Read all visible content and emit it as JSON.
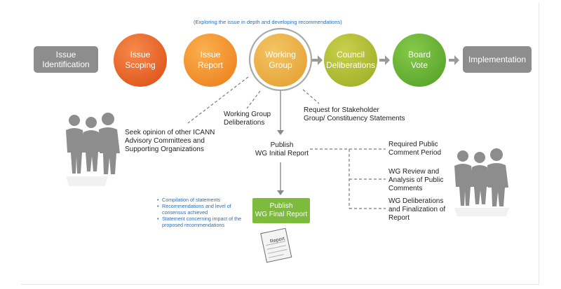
{
  "caption": "(Exploring the issue in depth and developing recommendations)",
  "stages": {
    "issue_identification": "Issue\nIdentification",
    "issue_scoping": "Issue\nScoping",
    "issue_report": "Issue\nReport",
    "working_group": "Working\nGroup",
    "council_deliberations": "Council\nDeliberations",
    "board_vote": "Board\nVote",
    "implementation": "Implementation"
  },
  "branches": {
    "seek_opinion": "Seek opinion of other ICANN\nAdvisory Committees and\nSupporting Organizations",
    "wg_deliberations": "Working Group\nDeliberations",
    "request_statements": "Request for Stakeholder\nGroup/ Constituency Statements",
    "publish_initial": "Publish\nWG Initial Report",
    "comment_period": "Required Public\nComment Period",
    "wg_review": "WG Review and\nAnalysis of Public\nComments",
    "wg_finalization": "WG Deliberations\nand Finalization of\nReport",
    "publish_final": "Publish\nWG Final Report",
    "report_label": "Report"
  },
  "final_report_contents": [
    "Compilation of statements",
    "Recommendations and level of consensus achieved",
    "Statement concerning impact of the proposed recommendations"
  ],
  "colors": {
    "gray_box": "#8d8d8d",
    "scoping": "#e8541c",
    "report": "#f0821e",
    "working_group": "#e9a93a",
    "council": "#a8b62c",
    "board": "#5fac2e",
    "publish_final": "#7dbb3c",
    "caption_blue": "#2a6db5"
  }
}
